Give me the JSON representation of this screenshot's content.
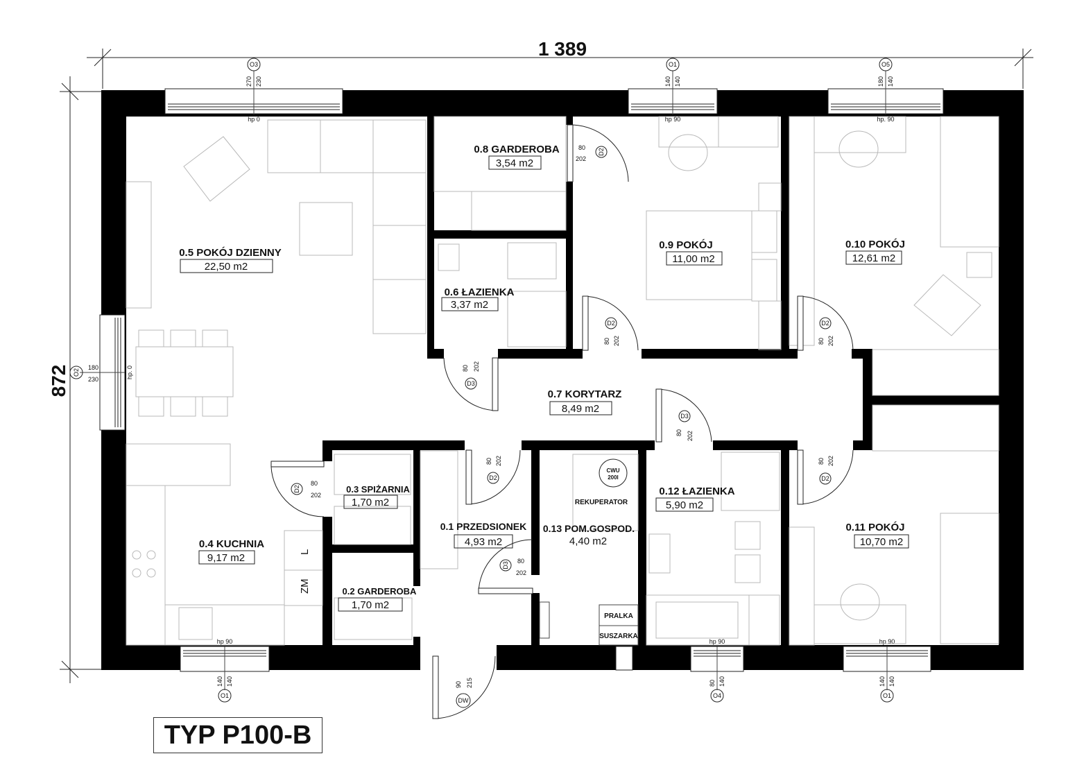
{
  "plan": {
    "type_label": "TYP P100-B",
    "dimensions": {
      "width": "1 389",
      "height": "872"
    }
  },
  "rooms": [
    {
      "id": "0.5",
      "name": "0.5 POKÓJ DZIENNY",
      "area": "22,50 m2"
    },
    {
      "id": "0.8",
      "name": "0.8 GARDEROBA",
      "area": "3,54 m2"
    },
    {
      "id": "0.6",
      "name": "0.6 ŁAZIENKA",
      "area": "3,37 m2"
    },
    {
      "id": "0.9",
      "name": "0.9 POKÓJ",
      "area": "11,00 m2"
    },
    {
      "id": "0.10",
      "name": "0.10 POKÓJ",
      "area": "12,61 m2"
    },
    {
      "id": "0.7",
      "name": "0.7 KORYTARZ",
      "area": "8,49 m2"
    },
    {
      "id": "0.3",
      "name": "0.3 SPIŻARNIA",
      "area": "1,70 m2"
    },
    {
      "id": "0.4",
      "name": "0.4 KUCHNIA",
      "area": "9,17 m2"
    },
    {
      "id": "0.2",
      "name": "0.2 GARDEROBA",
      "area": "1,70 m2"
    },
    {
      "id": "0.1",
      "name": "0.1 PRZEDSIONEK",
      "area": "4,93 m2"
    },
    {
      "id": "0.13",
      "name": "0.13 POM.GOSPOD.",
      "area": "4,40 m2"
    },
    {
      "id": "0.12",
      "name": "0.12 ŁAZIENKA",
      "area": "5,90 m2"
    },
    {
      "id": "0.11",
      "name": "0.11 POKÓJ",
      "area": "10,70 m2"
    }
  ],
  "windows": [
    {
      "tag": "O3",
      "w": "270",
      "h": "230",
      "sill": "hp 0"
    },
    {
      "tag": "O1",
      "w": "140",
      "h": "140",
      "sill": "hp 90"
    },
    {
      "tag": "O5",
      "w": "180",
      "h": "140",
      "sill": "hp. 90"
    },
    {
      "tag": "O2",
      "w": "180",
      "h": "230",
      "sill": "hp. 0"
    },
    {
      "tag": "O1",
      "w": "140",
      "h": "140",
      "sill": "hp 90"
    },
    {
      "tag": "O4",
      "w": "80",
      "h": "140",
      "sill": "hp 90"
    },
    {
      "tag": "O1",
      "w": "140",
      "h": "140",
      "sill": "hp 90"
    }
  ],
  "doors": [
    {
      "tag": "D2",
      "w": "80",
      "h": "202"
    },
    {
      "tag": "D2",
      "w": "80",
      "h": "202"
    },
    {
      "tag": "D2",
      "w": "80",
      "h": "202"
    },
    {
      "tag": "D3",
      "w": "80",
      "h": "202"
    },
    {
      "tag": "D3",
      "w": "80",
      "h": "202"
    },
    {
      "tag": "D2",
      "w": "80",
      "h": "202"
    },
    {
      "tag": "D2",
      "w": "80",
      "h": "202"
    },
    {
      "tag": "D2",
      "w": "80",
      "h": "202"
    },
    {
      "tag": "D3",
      "w": "80",
      "h": "202"
    },
    {
      "tag": "DW",
      "w": "90",
      "h": "215"
    }
  ],
  "equipment": {
    "cwu_line1": "CWU",
    "cwu_line2": "200l",
    "rekuperator": "REKUPERATOR",
    "pralka": "PRALKA",
    "suszarka": "SUSZARKA",
    "fridge": "L",
    "freezer": "ZM"
  }
}
